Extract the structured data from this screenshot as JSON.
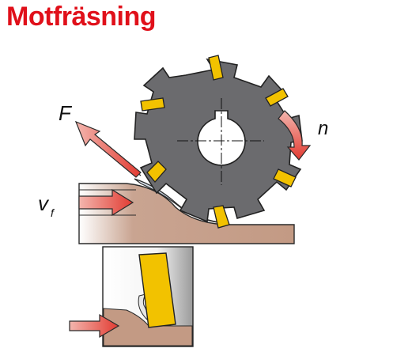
{
  "title": "Motfräsning",
  "labels": {
    "force": "F",
    "speed": "n",
    "feed_main": "v",
    "feed_sub": "f"
  },
  "colors": {
    "title": "#e0101a",
    "cutter": "#6b6b6e",
    "insert": "#f2c200",
    "workpiece": "#c8a08a",
    "arrow": "#e8413a"
  }
}
